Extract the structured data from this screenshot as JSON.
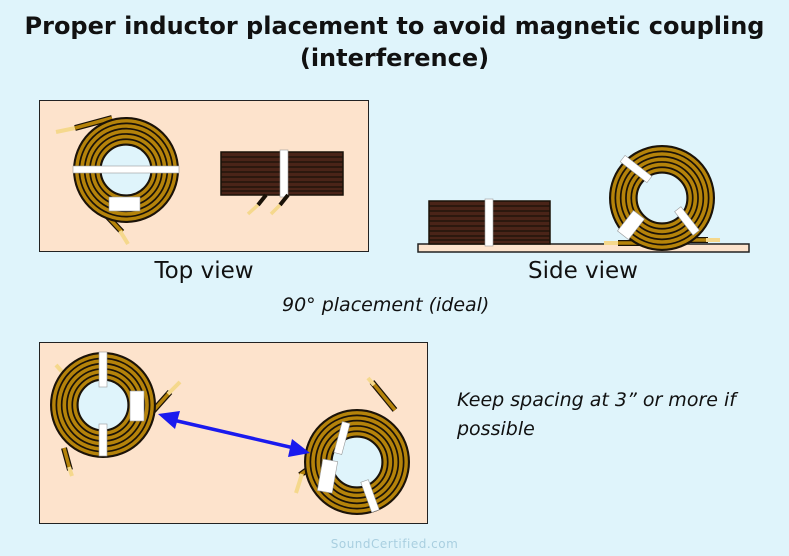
{
  "title": {
    "line1": "Proper inductor placement to avoid magnetic coupling",
    "line2": "(interference)"
  },
  "labels": {
    "top_view": "Top view",
    "side_view": "Side view",
    "placement_note": "90° placement (ideal)",
    "spacing_note_line1": "Keep spacing at 3” or more if",
    "spacing_note_line2": "possible"
  },
  "watermark": "SoundCertified.com",
  "colors": {
    "background": "#dff4fb",
    "panel": "#fde3cc",
    "coil_gold": "#b5830a",
    "coil_dark": "#1a1208",
    "winding_brown": "#4a2418",
    "lead": "#f5d88c",
    "arrow": "#1a1aee",
    "tape": "#ffffff"
  }
}
